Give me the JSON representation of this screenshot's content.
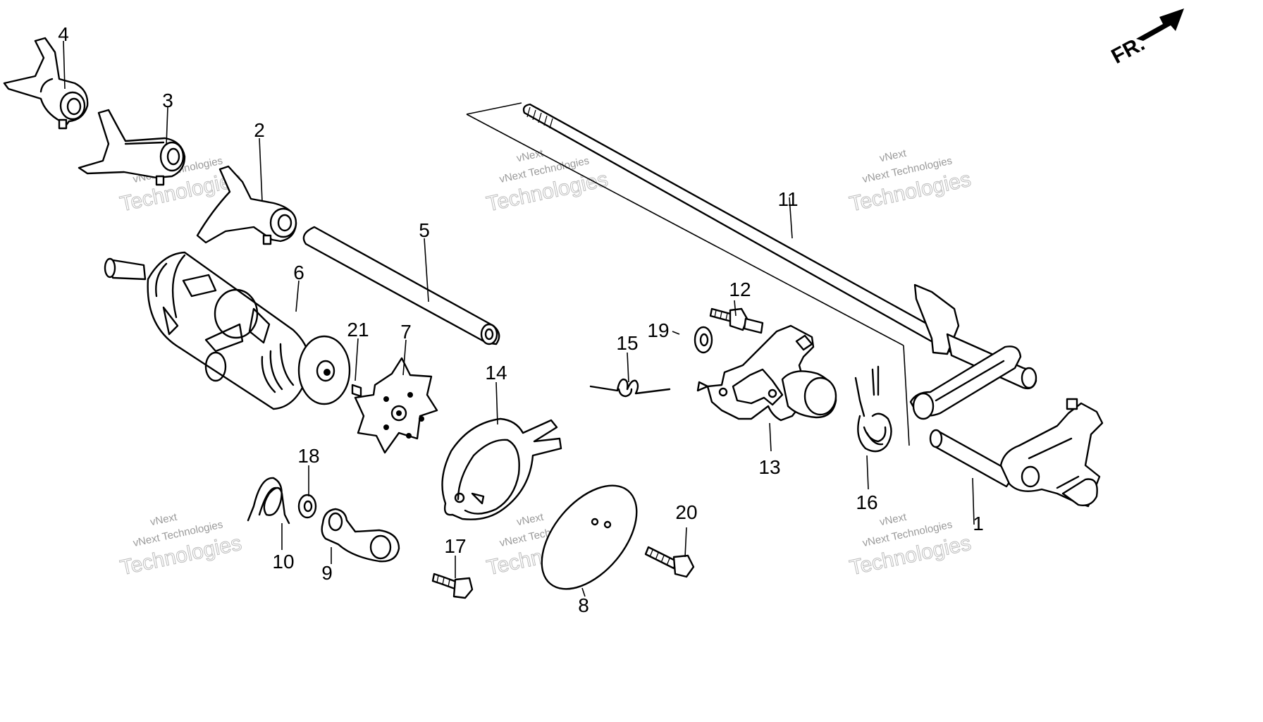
{
  "diagram": {
    "direction_marker": {
      "label": "FR.",
      "icon": "arrow-right-up"
    },
    "watermark": {
      "line1": "vNext",
      "line2": "vNext Technologies",
      "line3": "Technologies"
    },
    "callouts": {
      "p1": "1",
      "p2": "2",
      "p3": "3",
      "p4": "4",
      "p5": "5",
      "p6": "6",
      "p7": "7",
      "p8": "8",
      "p9": "9",
      "p10": "10",
      "p11": "11",
      "p12": "12",
      "p13": "13",
      "p14": "14",
      "p15": "15",
      "p16": "16",
      "p17": "17",
      "p18": "18",
      "p19": "19",
      "p20": "20",
      "p21": "21"
    }
  }
}
